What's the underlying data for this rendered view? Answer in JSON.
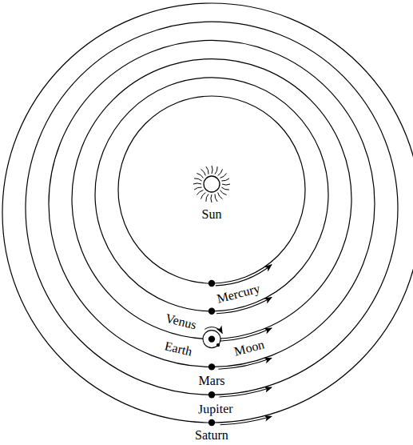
{
  "diagram": {
    "labels": [
      "Sun",
      "Mercury",
      "Venus",
      "Earth",
      "Moon",
      "Mars",
      "Jupiter",
      "Saturn"
    ]
  }
}
